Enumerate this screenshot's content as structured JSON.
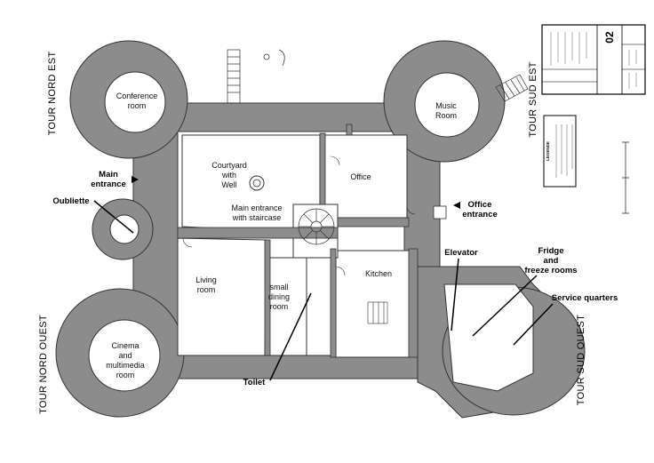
{
  "towers": {
    "nord_est": "TOUR NORD EST",
    "sud_est": "TOUR SUD EST",
    "nord_ouest": "TOUR NORD OUEST",
    "sud_ouest": "TOUR SUD OUEST"
  },
  "rooms": {
    "conference": [
      "Conference",
      "room"
    ],
    "music": [
      "Music",
      "Room"
    ],
    "courtyard": [
      "Courtyard",
      "with",
      "Well"
    ],
    "office": "Office",
    "main_staircase": [
      "Main entrance",
      "with staircase"
    ],
    "living": [
      "Living",
      "room"
    ],
    "small_dining": [
      "small",
      "dining",
      "room"
    ],
    "kitchen": "Kitchen",
    "cinema": [
      "Cinema",
      "and",
      "multimedia",
      "room"
    ]
  },
  "callouts": {
    "main_entrance": [
      "Main",
      "entrance"
    ],
    "oubliette": "Oubliette",
    "office_entrance": [
      "Office",
      "entrance"
    ],
    "elevator": "Elevator",
    "fridge": [
      "Fridge",
      "and",
      "freeze rooms"
    ],
    "service_quarters": "Service quarters",
    "toilet": "Toilet"
  },
  "title_block": {
    "sheet_number": "02",
    "legend_title": "LEGENDE"
  }
}
